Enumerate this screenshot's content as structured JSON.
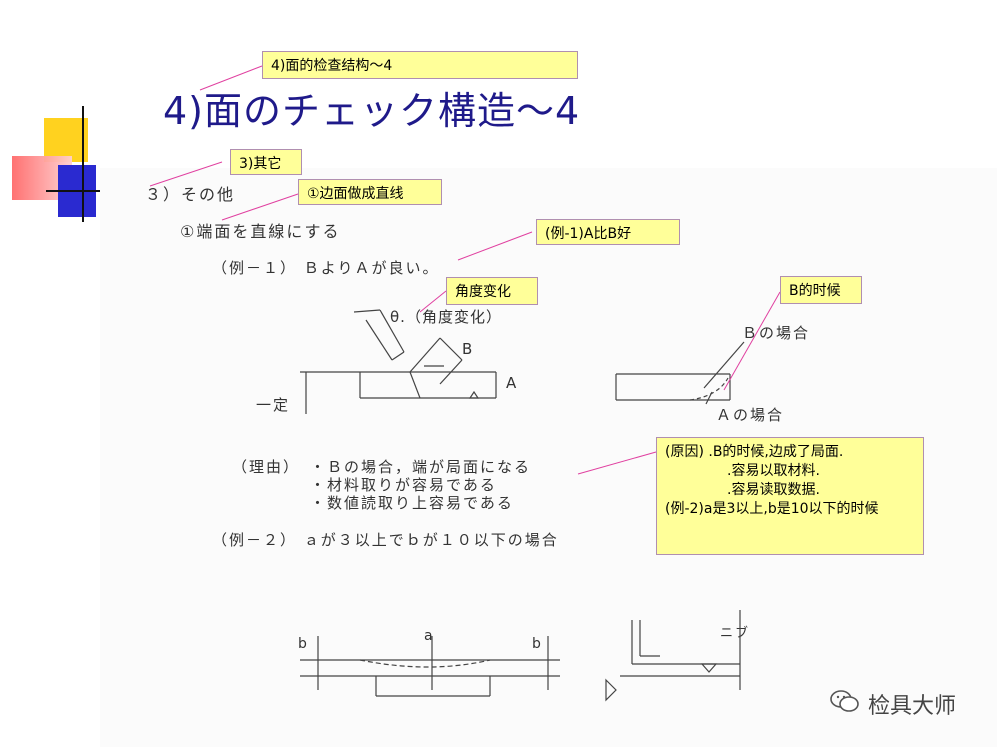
{
  "slide": {
    "title": "4)面のチェック構造～4"
  },
  "notes": {
    "title_cn": "4)面的检查结构～4",
    "other_cn": "3)其它",
    "edge_cn": "①边面做成直线",
    "example1_cn": "(例-1)A比B好",
    "angle_cn": "角度变化",
    "b_case_cn": "B的时候",
    "reason": {
      "line1": "(原因)  .B的时候,边成了局面.",
      "line2": ".容易以取材料.",
      "line3": ".容易读取数据.",
      "line4": "(例-2)a是3以上,b是10以下的时候"
    }
  },
  "document": {
    "section": "３）その他",
    "item1": "①端面を直線にする",
    "example1": "（例－１） ＢよりＡが良い。",
    "theta": "θ.（角度変化）",
    "label_b": "B",
    "label_a": "A",
    "label_fixed": "一定",
    "b_case": "Ｂの場合",
    "a_case": "Ａの場合",
    "reason_label": "（理由）",
    "reason1": "・Ｂの場合，端が局面になる",
    "reason2": "・材料取りが容易である",
    "reason3": "・数値読取り上容易である",
    "example2": "（例－２） ａが３以上でｂが１０以下の場合",
    "dim_b": "b",
    "dim_a": "a",
    "dim_b2": "b",
    "dim_note": "ニブ"
  },
  "watermark": {
    "text": "检具大师",
    "icon": "wechat-icon"
  },
  "colors": {
    "title": "#1f1a8a",
    "note_bg": "#ffff99",
    "leader": "#e040a0"
  }
}
